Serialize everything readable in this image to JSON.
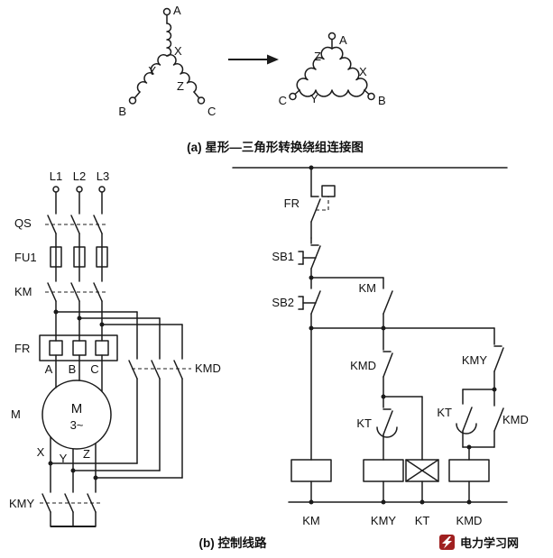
{
  "section_a": {
    "caption": "(a) 星形—三角形转换绕组连接图",
    "star": {
      "terminal_a": "A",
      "winding_x": "X",
      "winding_y": "Y",
      "winding_z": "Z",
      "terminal_b": "B",
      "terminal_c": "C"
    },
    "delta": {
      "terminal_a": "A",
      "winding_z": "Z",
      "winding_x": "X",
      "terminal_c": "C",
      "winding_y": "Y",
      "terminal_b": "B"
    }
  },
  "section_b": {
    "caption": "(b) 控制线路",
    "power": {
      "phase_l1": "L1",
      "phase_l2": "L2",
      "phase_l3": "L3",
      "qs": "QS",
      "fu1": "FU1",
      "km": "KM",
      "fr": "FR",
      "terminal_a": "A",
      "terminal_b": "B",
      "terminal_c": "C",
      "motor_side_label": "M",
      "motor_letter": "M",
      "motor_phase": "3~",
      "terminal_x": "X",
      "terminal_y": "Y",
      "terminal_z": "Z",
      "kmd": "KMD",
      "kmy": "KMY"
    },
    "control": {
      "fr": "FR",
      "sb1": "SB1",
      "sb2": "SB2",
      "km_aux": "KM",
      "kmd_interlock": "KMD",
      "kmy_interlock": "KMY",
      "kt_left": "KT",
      "kt_right": "KT",
      "kmd_aux": "KMD",
      "coil_km": "KM",
      "coil_kmy": "KMY",
      "coil_kt": "KT",
      "coil_kmd": "KMD"
    }
  },
  "watermark": {
    "text": "电力学习网",
    "color": "#c62828"
  }
}
